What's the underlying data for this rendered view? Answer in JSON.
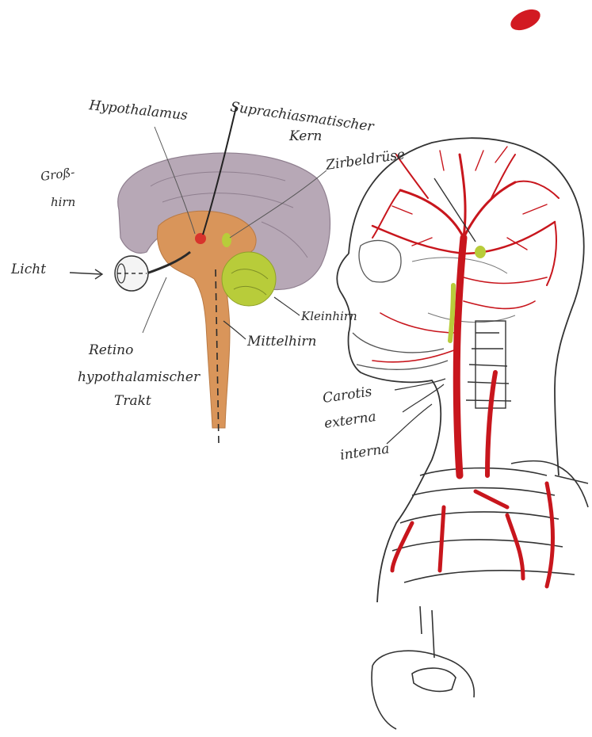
{
  "labels": {
    "hypothalamus": "Hypothalamus",
    "scn_line1": "Suprachiasmatischer",
    "scn_line2": "Kern",
    "grosshirn_line1": "Groß-",
    "grosshirn_line2": "hirn",
    "zirbeldruese": "Zirbeldrüse",
    "licht": "Licht",
    "retino_line1": "Retino",
    "retino_line2": "hypothalamischer",
    "retino_line3": "Trakt",
    "kleinhirn": "Kleinhirn",
    "mittelhirn": "Mittelhirn",
    "carotis": "Carotis",
    "externa": "externa",
    "interna": "interna"
  },
  "colors": {
    "cerebrum": "#b7a8b6",
    "brainstem": "#d9955a",
    "pineal_cerebellum": "#b8cc3a",
    "scn": "#d8342c",
    "arteries": "#c8161d",
    "ink": "#2a2a2a",
    "red_mark": "#d21a22"
  },
  "icons": {
    "eye": "eye-icon",
    "light_arrow": "arrow-right-icon"
  }
}
